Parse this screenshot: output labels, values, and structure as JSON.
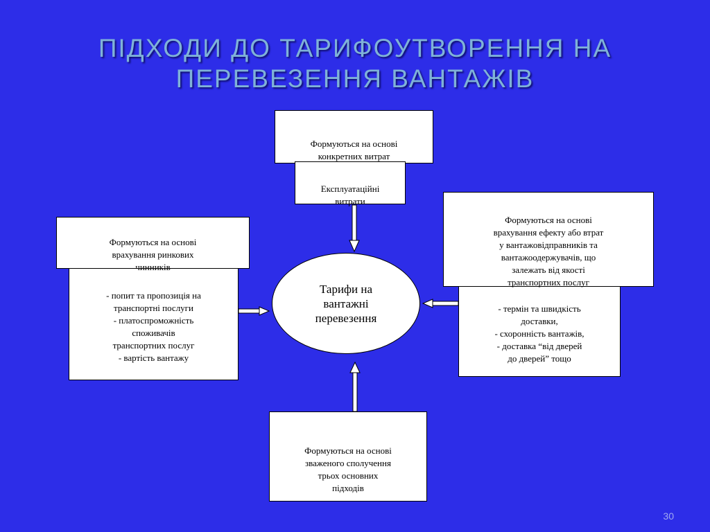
{
  "slide": {
    "title": "ПІДХОДИ ДО ТАРИФОУТВОРЕННЯ НА\nПЕРЕВЕЗЕННЯ ВАНТАЖІВ",
    "page_number": "30"
  },
  "center": {
    "label": "Тарифи на\nвантажні\nперевезення"
  },
  "top": {
    "header": "Формуються на основі\nконкретних витрат",
    "sub": "Експлуатаційні\nвитрати"
  },
  "left": {
    "header": "Формуються на основі\nврахування ринкових\nчинників",
    "details": "- попит та пропозиція на\nтранспортні послуги\n- платоспроможність\nспоживачів\nтранспортних послуг\n- вартість вантажу"
  },
  "right": {
    "header": "Формуються на основі\nврахування ефекту або втрат\nу вантажовідправників та\nвантажоодержувачів, що\nзалежать від якості\nтранспортних послуг",
    "details": "- термін та швидкість\nдоставки,\n- схоронність вантажів,\n- доставка “від дверей\nдо дверей” тощо"
  },
  "bottom": {
    "header": "Формуються на основі\nзваженого сполучення\nтрьох основних\nпідходів"
  },
  "colors": {
    "background": "#2d2de8",
    "title": "#7fb2d8",
    "box_fill": "#ffffff",
    "box_border": "#000000"
  }
}
